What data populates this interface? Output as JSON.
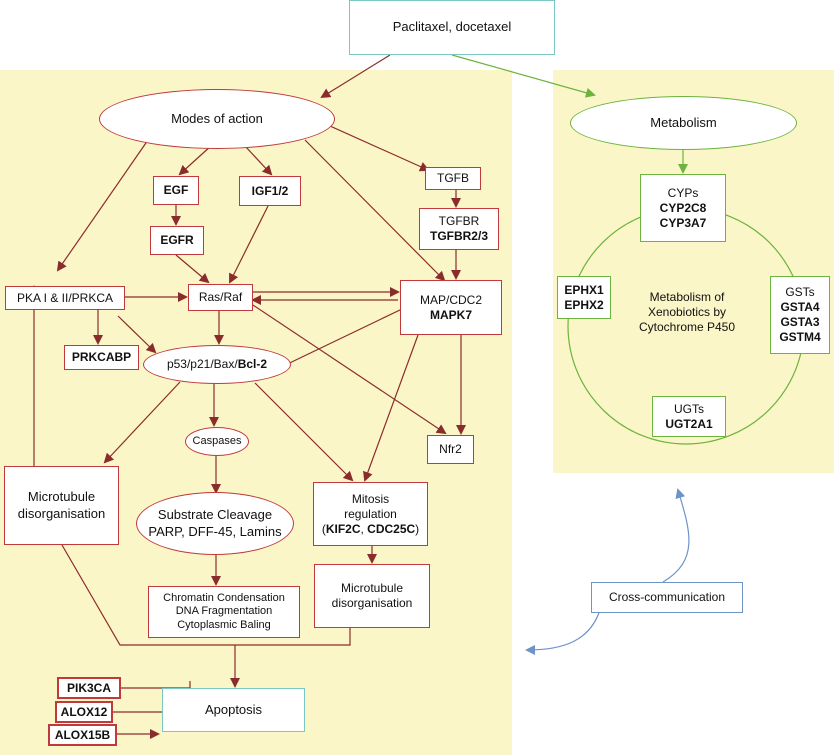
{
  "top": {
    "drugs": "Paclitaxel, docetaxel"
  },
  "modes": {
    "title": "Modes of action",
    "egf": "EGF",
    "egfr": "EGFR",
    "igf": "IGF1/2",
    "tgfb": "TGFB",
    "tgfbr": "TGFBR",
    "tgfbr23": "TGFBR2/3",
    "pka": "PKA I & II/PRKCA",
    "rasraf": "Ras/Raf",
    "mapcdc2": "MAP/CDC2",
    "mapk7": "MAPK7",
    "prkcabp": "PRKCABP",
    "p53_prefix": "p53/p21/Bax/",
    "bcl2": "Bcl-2",
    "caspases": "Caspases",
    "nfr2": "Nfr2",
    "microtubule1": "Microtubule disorganisation",
    "substrate_title": "Substrate Cleavage",
    "substrate_sub": "PARP, DFF-45, Lamins",
    "mitosis_line1": "Mitosis",
    "mitosis_line2": "regulation",
    "kif2c": "KIF2C",
    "comma": ", ",
    "cdc25c": "CDC25C",
    "paren_open": "(",
    "paren_close": ")",
    "chromatin1": "Chromatin Condensation",
    "chromatin2": "DNA Fragmentation",
    "chromatin3": "Cytoplasmic Baling",
    "microtubule2": "Microtubule disorganisation",
    "apoptosis": "Apoptosis",
    "pik3ca": "PIK3CA",
    "alox12": "ALOX12",
    "alox15b": "ALOX15B"
  },
  "metabolism": {
    "title": "Metabolism",
    "cyps_label": "CYPs",
    "cyp2c8": "CYP2C8",
    "cyp3a7": "CYP3A7",
    "ephx1": "EPHX1",
    "ephx2": "EPHX2",
    "center1": "Metabolism of",
    "center2": "Xenobiotics by",
    "center3": "Cytochrome P450",
    "gsts_label": "GSTs",
    "gsta4": "GSTA4",
    "gsta3": "GSTA3",
    "gstm4": "GSTM4",
    "ugts_label": "UGTs",
    "ugt2a1": "UGT2A1"
  },
  "cross": {
    "label": "Cross-communication"
  },
  "colors": {
    "modes_panel": "#fbf6c8",
    "red_arrow": "#8b2c2c",
    "red_border": "#c0393b",
    "green": "#6cb33f",
    "blue": "#6d93c9",
    "teal": "#7ac7c4"
  }
}
